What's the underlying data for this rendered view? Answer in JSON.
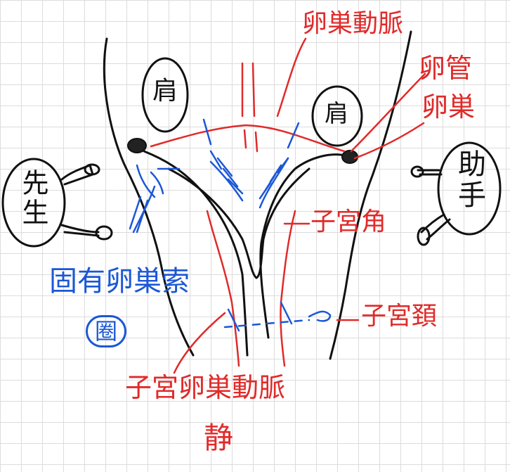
{
  "colors": {
    "ink": "#111111",
    "red": "#e12a2a",
    "blue": "#1b57d6",
    "grid": "#dcdcdc"
  },
  "labels": {
    "shoulder_left": "肩",
    "shoulder_right": "肩",
    "doctor": "先生",
    "assistant": "助手",
    "ovarian_ligament": "卵巣動脈",
    "fallopian_tube": "卵管",
    "ovary": "卵巣",
    "uterine_horn": "子宮角",
    "infundibulopelvic": "固有卵巣索",
    "infundibulopelvic_sub": "圈",
    "cervix": "子宮頚",
    "uterine_vessels": "子宮卵巣動脈",
    "uterine_vessels_sub": "静"
  }
}
